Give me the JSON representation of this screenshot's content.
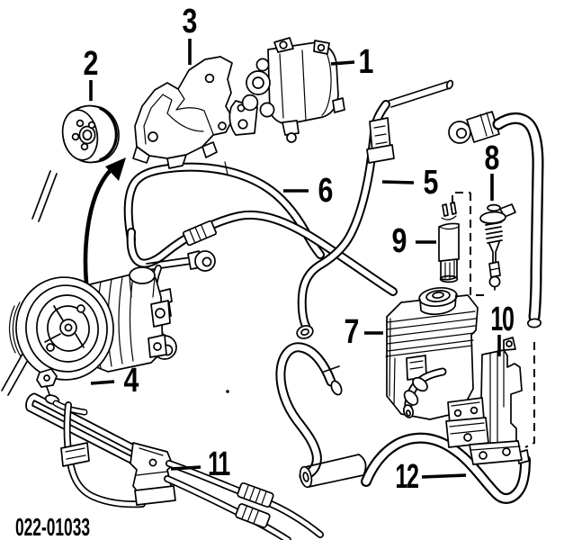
{
  "diagram": {
    "code": "022-01033",
    "background_color": "#ffffff",
    "line_color": "#000000",
    "callouts": [
      {
        "label": "1",
        "part": "power-steering-pump"
      },
      {
        "label": "2",
        "part": "pump-pulley"
      },
      {
        "label": "3",
        "part": "mounting-bracket"
      },
      {
        "label": "4",
        "part": "installed-pump-with-pulley"
      },
      {
        "label": "5",
        "part": "pressure-hose"
      },
      {
        "label": "6",
        "part": "suction-hose"
      },
      {
        "label": "7",
        "part": "fluid-reservoir"
      },
      {
        "label": "8",
        "part": "valve-fitting"
      },
      {
        "label": "9",
        "part": "sleeve-fitting"
      },
      {
        "label": "10",
        "part": "support-bracket"
      },
      {
        "label": "11",
        "part": "cooler-pipe-assembly"
      },
      {
        "label": "12",
        "part": "return-hose"
      }
    ]
  }
}
